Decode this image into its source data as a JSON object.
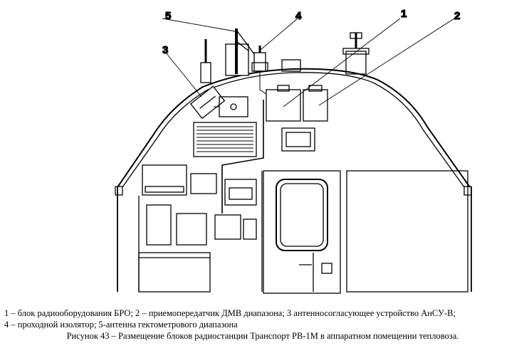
{
  "callouts": [
    "1",
    "2",
    "3",
    "4",
    "5"
  ],
  "legend": {
    "line1": "1 – блок радиооборудования БРО; 2 – приемопередатчик ДМВ диапазона; 3 антенносогласующее устройство АнСУ-В;",
    "line2": "4 – проходной изолятор; 5-антенна гектометрового диапазона"
  },
  "caption": "Рисунок 43 – Размещение блоков радиостанции Транспорт РВ-1М в аппаратном помещении тепловоза."
}
